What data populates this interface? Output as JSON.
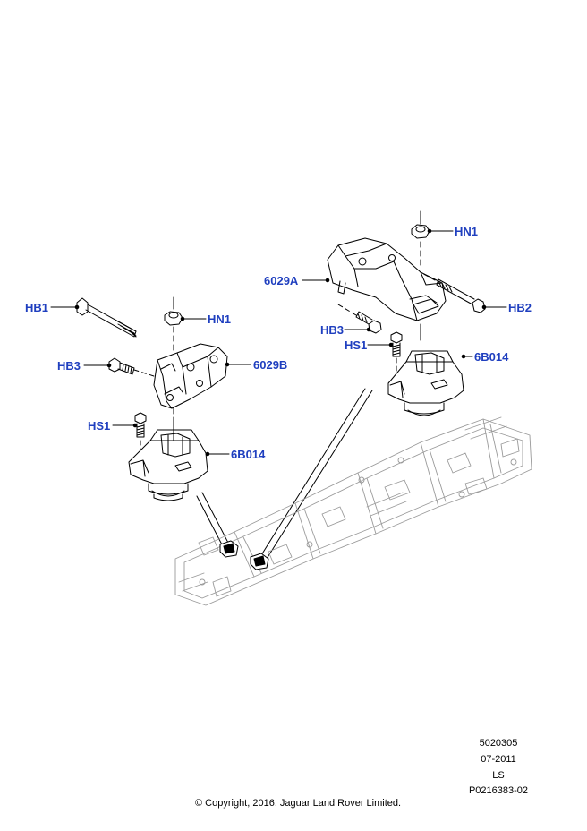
{
  "callouts": {
    "left_hb1": "HB1",
    "left_hn1": "HN1",
    "left_hb3": "HB3",
    "left_6029b": "6029B",
    "left_hs1": "HS1",
    "left_6b014": "6B014",
    "right_hn1": "HN1",
    "right_6029a": "6029A",
    "right_hb2": "HB2",
    "right_hb3": "HB3",
    "right_hs1": "HS1",
    "right_6b014": "6B014"
  },
  "footer": {
    "ref_number": "5020305",
    "date": "07-2011",
    "code": "LS",
    "part_ref": "P0216383-02",
    "copyright": "© Copyright, 2016. Jaguar Land Rover Limited."
  },
  "colors": {
    "callout_text": "#1f3fbf",
    "line": "#000000"
  }
}
